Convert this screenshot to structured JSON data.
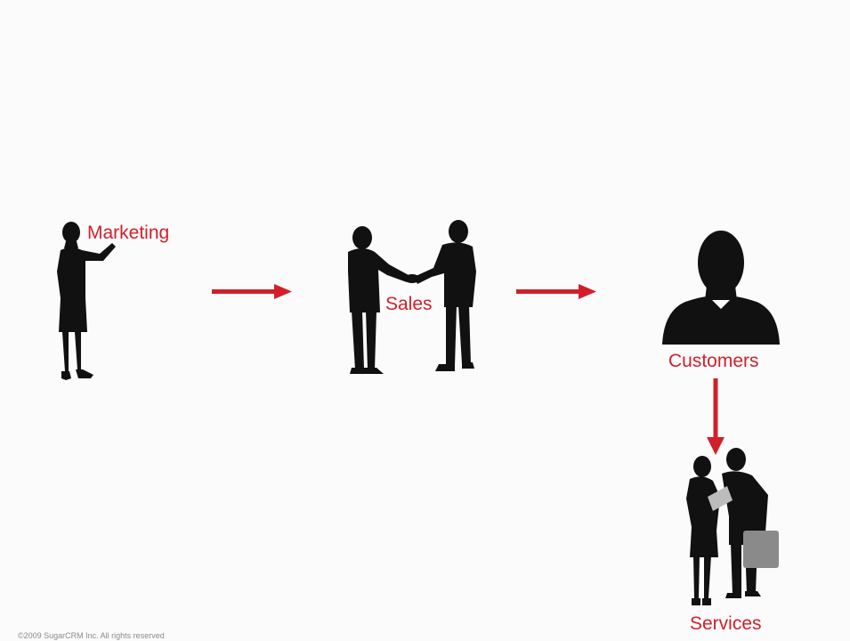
{
  "diagram": {
    "nodes": {
      "marketing": "Marketing",
      "sales": "Sales",
      "customers": "Customers",
      "services": "Services"
    },
    "copyright": "©2009 SugarCRM Inc. All rights reserved",
    "colors": {
      "accent": "#d1202a",
      "silhouette": "#111111",
      "briefcase": "#8a8a8a"
    }
  }
}
